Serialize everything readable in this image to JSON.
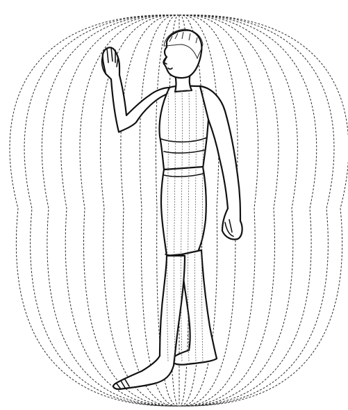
{
  "illustration": {
    "subject": "standing-human-figure",
    "field": "toroidal-energy-field",
    "line_style": "dashed",
    "colors": {
      "ink": "#111111",
      "field_ink": "#2b2b2b",
      "background": "#ffffff"
    }
  }
}
